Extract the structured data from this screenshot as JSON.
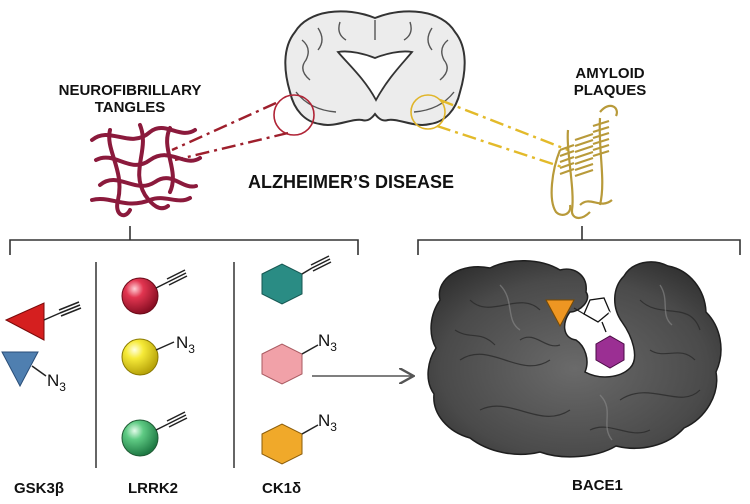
{
  "labels": {
    "tangles_line1": "NEUROFIBRILLARY",
    "tangles_line2": "TANGLES",
    "plaques_line1": "AMYLOID",
    "plaques_line2": "PLAQUES",
    "disease": "ALZHEIMER’S DISEASE",
    "gsk3b": "GSK3β",
    "lrrk2": "LRRK2",
    "ck1d": "CK1δ",
    "bace1": "BACE1",
    "azide": "N",
    "azide_sub": "3",
    "triazole_n": "N"
  },
  "colors": {
    "tangles": "#8b1a3c",
    "plaques": "#d8c36a",
    "brain_outline": "#333333",
    "protein": "#4a4a4a",
    "red_triangle": "#d51f1f",
    "blue_triangle": "#4f7fb0",
    "red_sphere": "#d0203c",
    "yellow_sphere": "#f0e030",
    "green_sphere": "#4fbf75",
    "teal_hex": "#2a8c84",
    "pink_hex": "#f1a1a8",
    "orange_hex": "#f0a92a",
    "purple_hex": "#9b2f93",
    "orange_triangle": "#ee9622"
  }
}
